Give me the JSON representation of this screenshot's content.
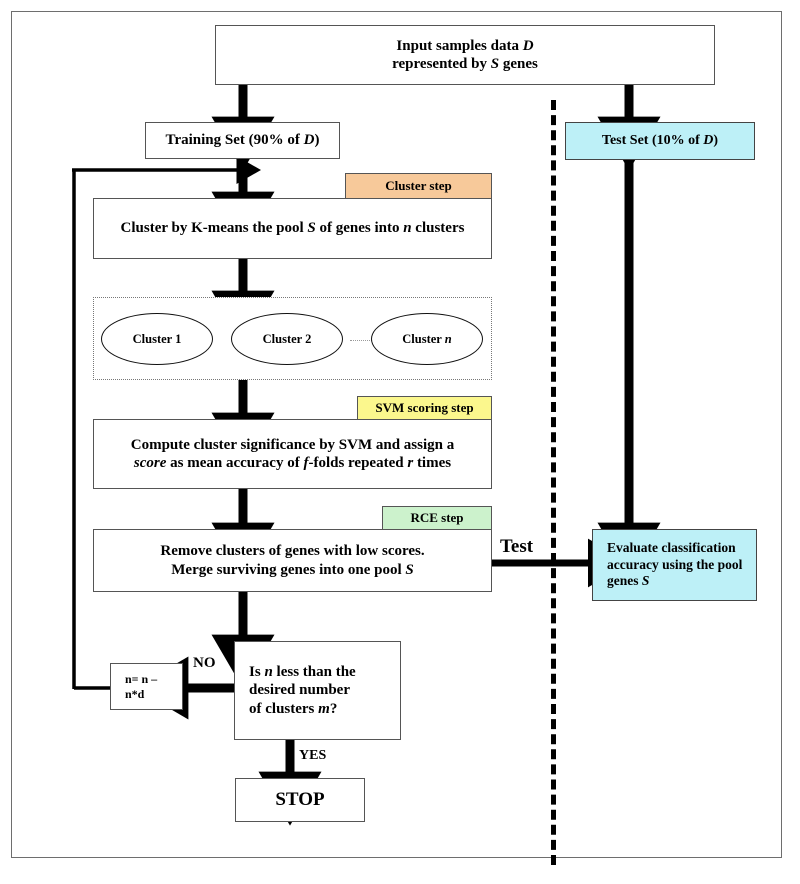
{
  "diagram": {
    "title": "RCE (Recursive Cluster Elimination) workflow flowchart",
    "colors": {
      "cluster_step": "#f7c99a",
      "svm_step": "#fbf78d",
      "rce_step": "#ccf2cc",
      "test_boxes": "#bdf0f7",
      "box_border": "#555555",
      "frame_border": "#6e6e6e",
      "arrow": "#000000"
    }
  },
  "nodes": {
    "input": {
      "name": "input-samples-box",
      "line1_pre": "Input samples data ",
      "line1_em": "D",
      "line2_pre": "represented by ",
      "line2_em": "S",
      "line2_post": " genes"
    },
    "training_set": {
      "name": "training-set-box",
      "pre": "Training Set (90% of ",
      "em": "D",
      "post": ")"
    },
    "test_set": {
      "name": "test-set-box",
      "pre": "Test Set (10% of ",
      "em": "D",
      "post": ")"
    },
    "cluster": {
      "name": "cluster-kmeans-box",
      "pre": "Cluster by K-means the pool ",
      "em1": "S",
      "mid": " of genes into ",
      "em2": "n",
      "post": " clusters"
    },
    "clusters_group": {
      "name": "clusters-group",
      "items": [
        {
          "label_pre": "Cluster ",
          "label_em": "1"
        },
        {
          "label_pre": "Cluster ",
          "label_em": "2"
        },
        {
          "label_pre": "Cluster ",
          "label_em": "n"
        }
      ]
    },
    "svm_compute": {
      "name": "svm-compute-box",
      "line1": "Compute cluster significance by SVM and assign a",
      "line2_em1": "score",
      "line2_mid1": " as mean accuracy of ",
      "line2_em2": "f",
      "line2_mid2": "-folds repeated ",
      "line2_em3": "r",
      "line2_post": " times"
    },
    "rce": {
      "name": "rce-remove-box",
      "line1": "Remove clusters of genes with low scores.",
      "line2_pre": "Merge surviving genes into one pool ",
      "line2_em": "S"
    },
    "evaluate": {
      "name": "evaluate-accuracy-box",
      "line1": "Evaluate classification",
      "line2": "accuracy using the pool",
      "line3_pre": "genes ",
      "line3_em": "S"
    },
    "decision": {
      "name": "decision-box",
      "line1_pre": "Is ",
      "line1_em": "n",
      "line1_post": " less than the",
      "line2": "desired number",
      "line3_pre": "of clusters ",
      "line3_em": "m",
      "line3_post": "?"
    },
    "update_n": {
      "name": "update-n-box",
      "line1": "n= n –",
      "line2": "n*d"
    },
    "stop": {
      "name": "stop-box",
      "label": "STOP"
    }
  },
  "step_tags": {
    "cluster_step": {
      "name": "cluster-step-tag",
      "label": "Cluster step"
    },
    "svm_step": {
      "name": "svm-scoring-step-tag",
      "label": "SVM scoring step"
    },
    "rce_step": {
      "name": "rce-step-tag",
      "label": "RCE step"
    }
  },
  "edge_labels": {
    "test": "Test",
    "no": "NO",
    "yes": "YES"
  }
}
